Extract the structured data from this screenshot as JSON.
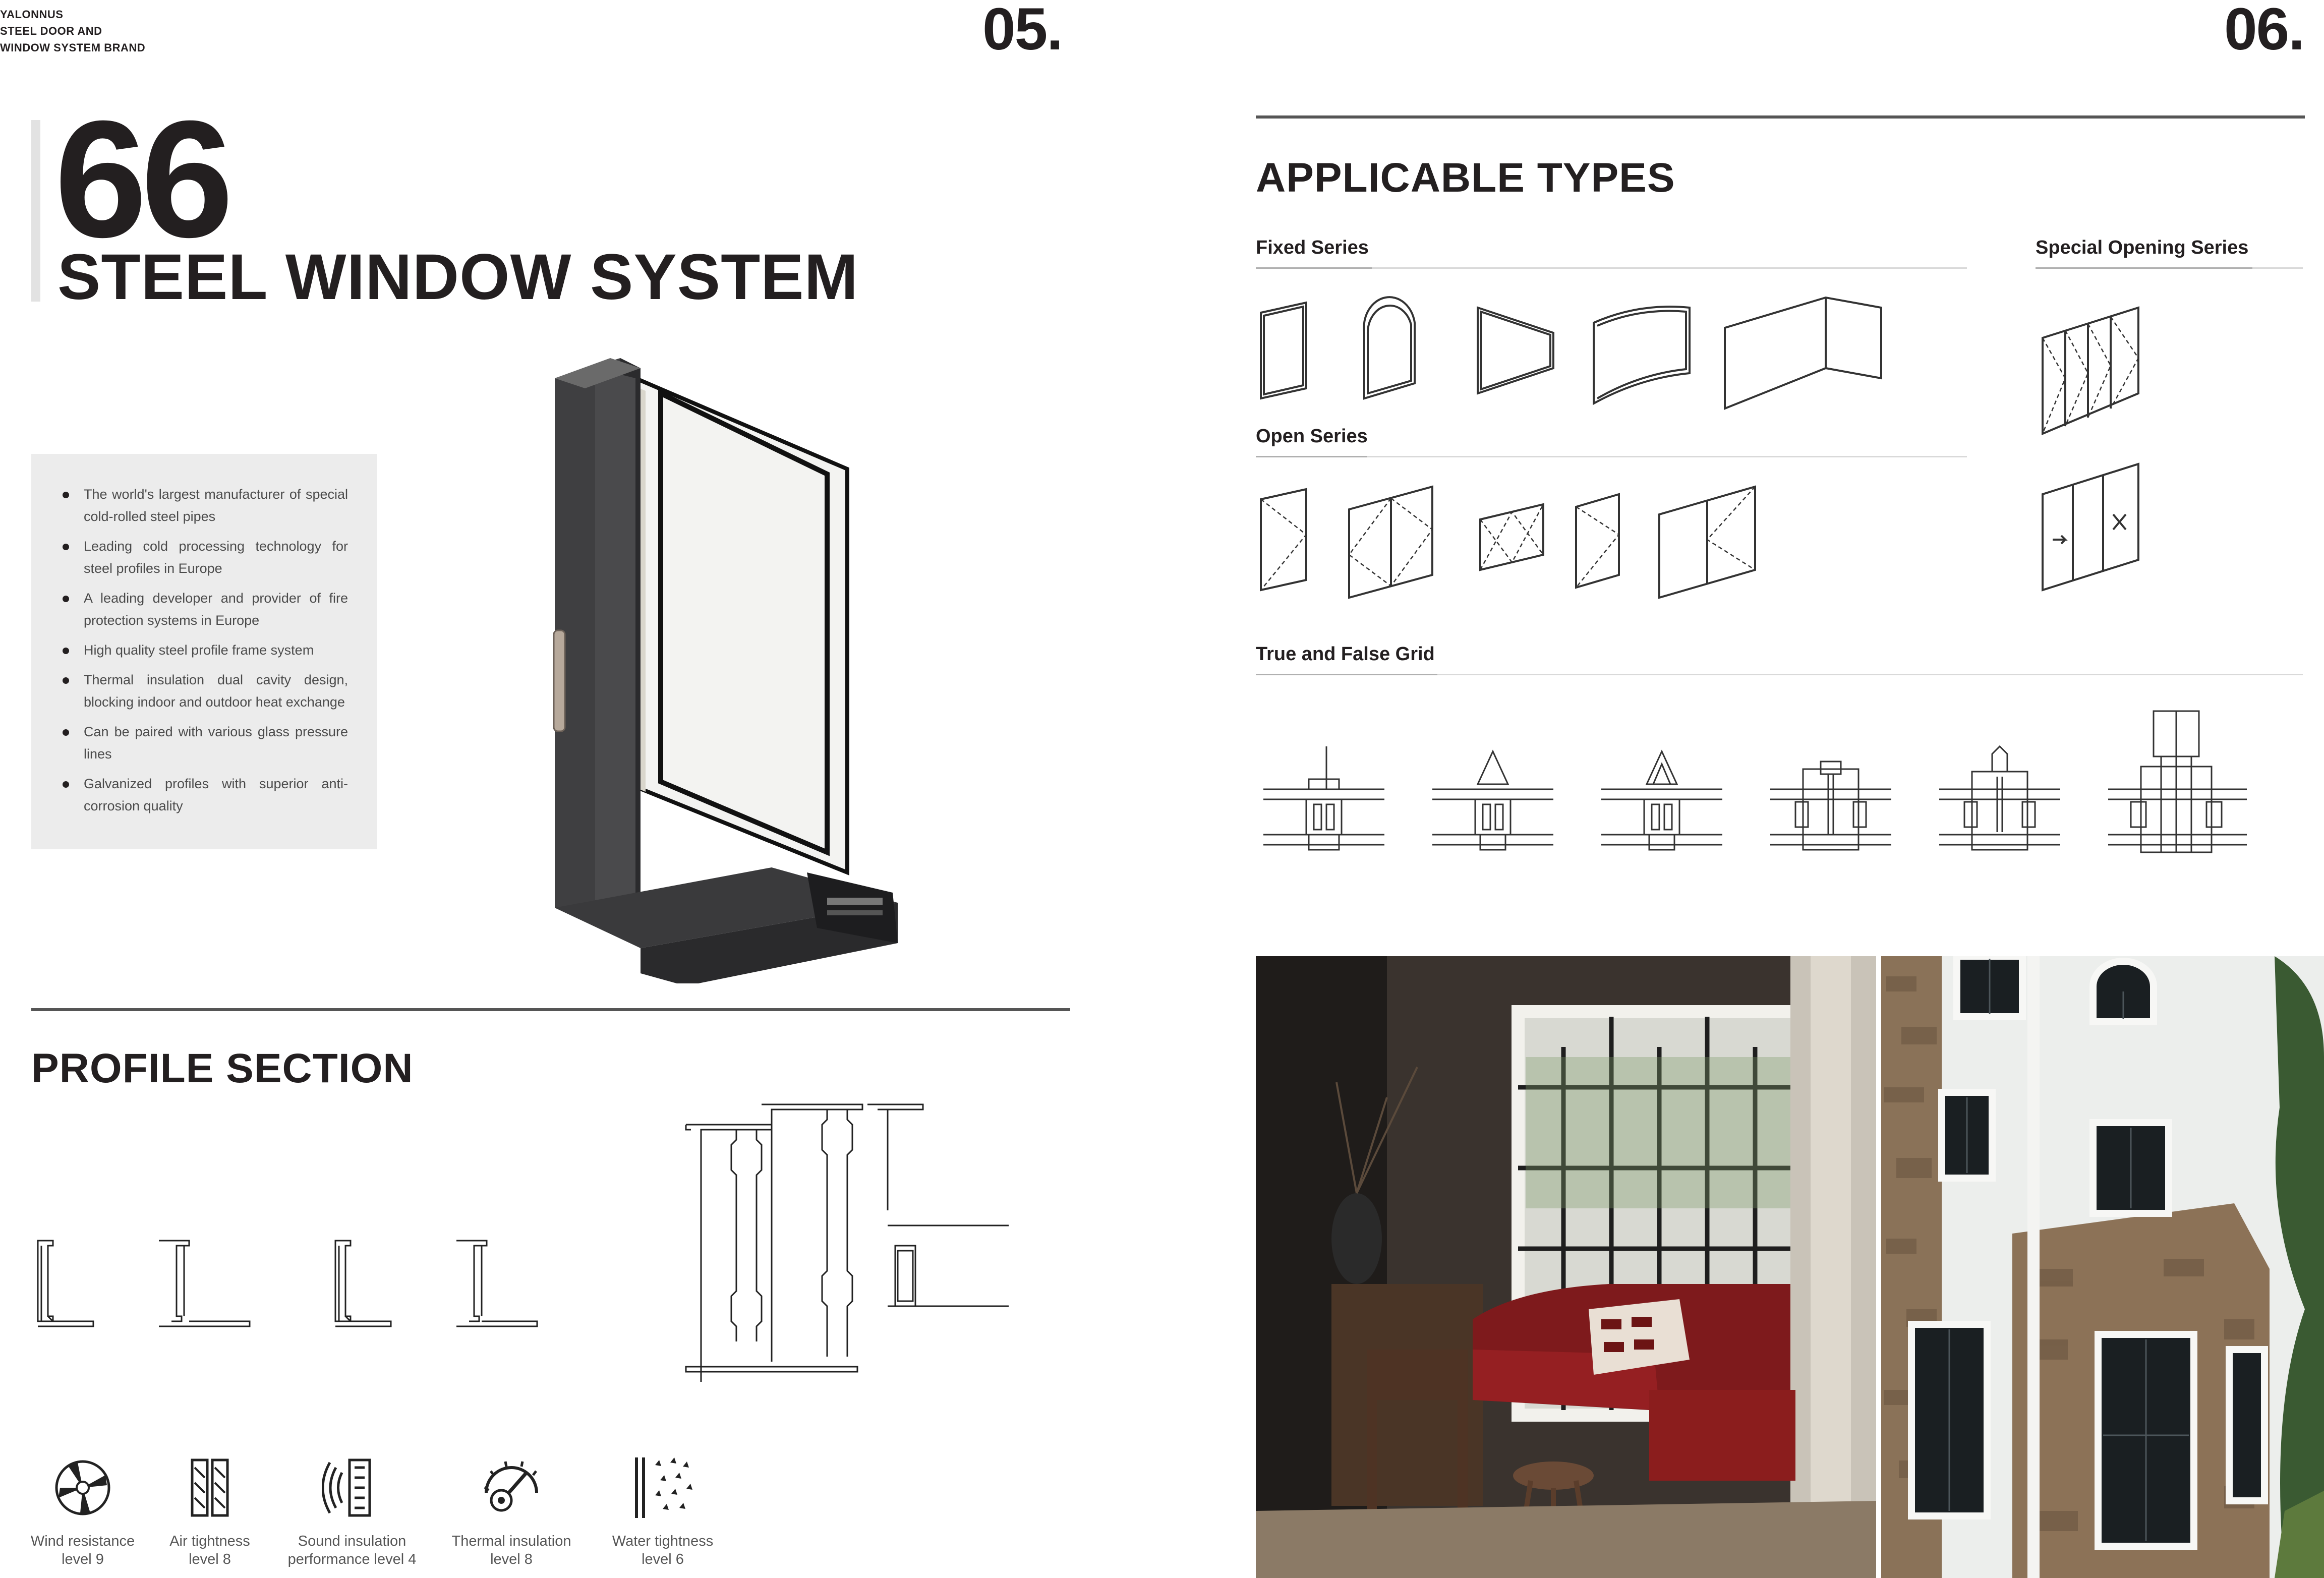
{
  "brand": {
    "name": "YALONNUS",
    "tagline_line1": "STEEL DOOR AND",
    "tagline_line2": "WINDOW SYSTEM BRAND"
  },
  "pages": {
    "left": "05.",
    "right": "06."
  },
  "hero": {
    "model": "66",
    "system": "STEEL WINDOW SYSTEM"
  },
  "features": [
    "The world's largest manufacturer of special cold-rolled steel pipes",
    "Leading cold processing technology for steel profiles in Europe",
    "A leading developer and provider of fire protection systems in Europe",
    "High quality steel profile frame system",
    "Thermal insulation dual cavity design, blocking indoor and outdoor heat exchange",
    "Can be paired with various glass pressure lines",
    "Galvanized profiles with superior anti-corrosion quality"
  ],
  "profile_section": {
    "heading": "PROFILE SECTION"
  },
  "performance": [
    {
      "icon": "wind-resistance-icon",
      "line1": "Wind resistance",
      "line2": "level 9"
    },
    {
      "icon": "air-tightness-icon",
      "line1": "Air tightness",
      "line2": "level 8"
    },
    {
      "icon": "sound-insulation-icon",
      "line1": "Sound insulation",
      "line2": "performance level 4"
    },
    {
      "icon": "thermal-insulation-icon",
      "line1": "Thermal insulation",
      "line2": "level 8"
    },
    {
      "icon": "water-tightness-icon",
      "line1": "Water tightness",
      "line2": "level 6"
    }
  ],
  "applicable_types": {
    "heading": "APPLICABLE TYPES",
    "fixed_series": "Fixed Series",
    "open_series": "Open Series",
    "special_opening_series": "Special Opening Series",
    "true_false_grid": "True and False Grid"
  },
  "colors": {
    "text": "#231f20",
    "panel": "#ececec",
    "frame": "#4a4a4a",
    "sofa": "#8b1d1d"
  }
}
